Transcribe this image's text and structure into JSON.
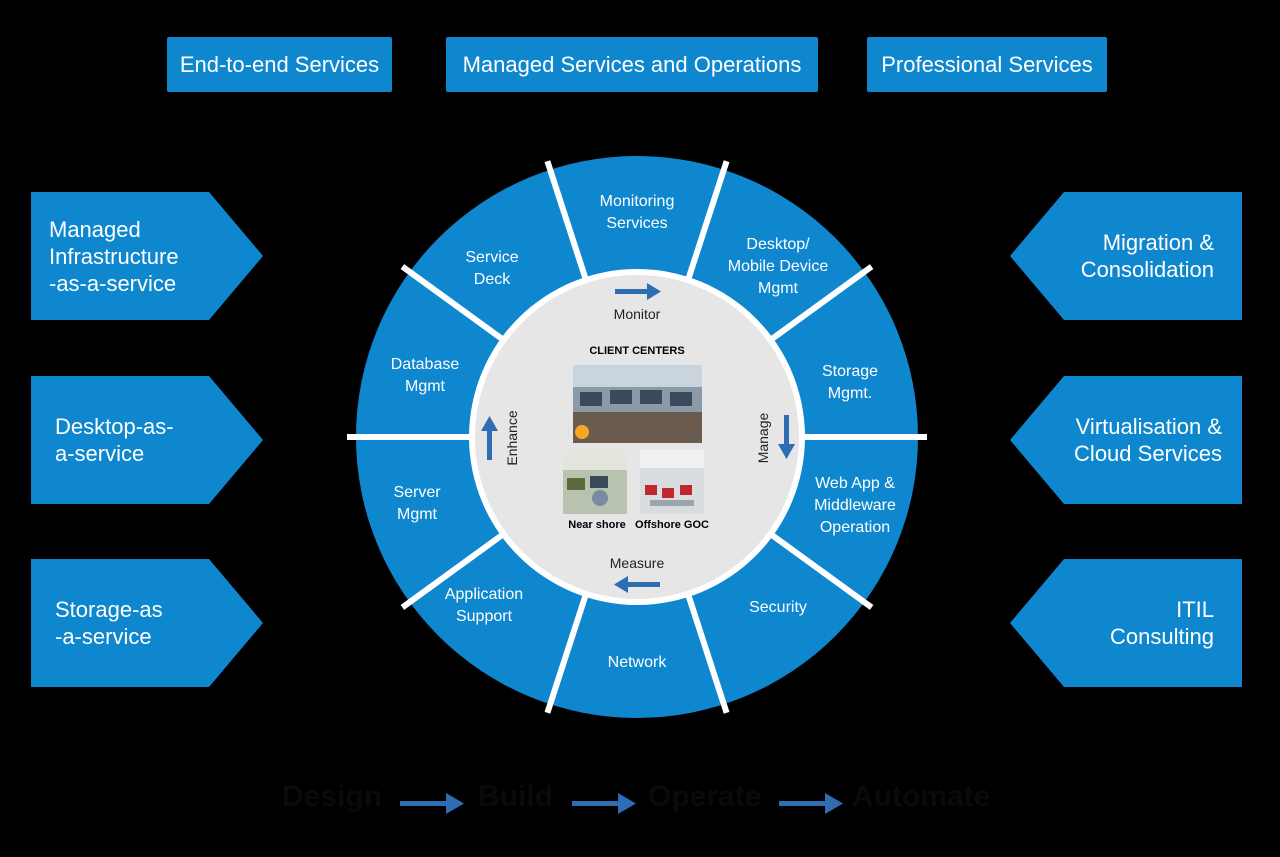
{
  "top_services": [
    {
      "label": "End-to-end Services"
    },
    {
      "label": "Managed Services and Operations"
    },
    {
      "label": "Professional Services"
    }
  ],
  "left_tags": [
    {
      "line1": "Managed",
      "line2": "Infrastructure",
      "line3": "-as-a-service"
    },
    {
      "line1": "Desktop-as-",
      "line2": "a-service"
    },
    {
      "line1": "Storage-as",
      "line2": "-a-service"
    }
  ],
  "right_tags": [
    {
      "line1": "Migration &",
      "line2": "Consolidation"
    },
    {
      "line1": "Virtualisation &",
      "line2": "Cloud Services"
    },
    {
      "line1": "ITIL",
      "line2": "Consulting"
    }
  ],
  "wheel_segments": [
    {
      "line1": "Monitoring",
      "line2": "Services"
    },
    {
      "line1": "Desktop/",
      "line2": "Mobile Device",
      "line3": "Mgmt"
    },
    {
      "line1": "Storage",
      "line2": "Mgmt."
    },
    {
      "line1": "Web App &",
      "line2": "Middleware",
      "line3": "Operation"
    },
    {
      "line1": "Security"
    },
    {
      "line1": "Network"
    },
    {
      "line1": "Application",
      "line2": "Support"
    },
    {
      "line1": "Server",
      "line2": "Mgmt"
    },
    {
      "line1": "Database",
      "line2": "Mgmt"
    },
    {
      "line1": "Service",
      "line2": "Deck"
    }
  ],
  "cycle": {
    "monitor": "Monitor",
    "manage": "Manage",
    "measure": "Measure",
    "enhance": "Enhance"
  },
  "centers": {
    "title": "CLIENT CENTERS",
    "near_shore": "Near shore",
    "offshore": "Offshore GOC"
  },
  "flow": {
    "step1": "Design",
    "step2": "Build",
    "step3": "Operate",
    "step4": "Automate"
  },
  "colors": {
    "blue": "#0f87cf",
    "arrow_blue": "#2e6db4",
    "inner_gray": "#e6e6e6"
  }
}
